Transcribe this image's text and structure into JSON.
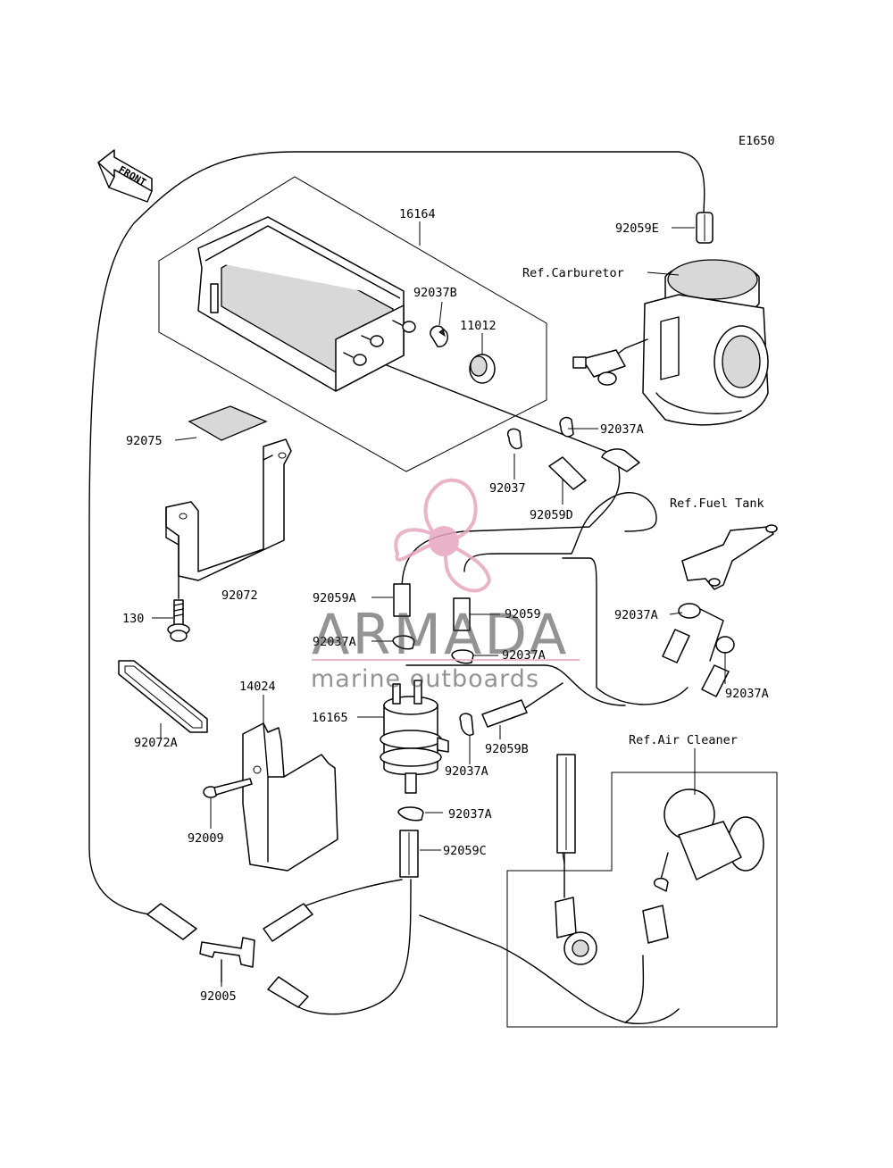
{
  "diagram_code": "E1650",
  "front_label": "FRONT",
  "labels": {
    "p16164": "16164",
    "p92059E": "92059E",
    "ref_carburetor": "Ref.Carburetor",
    "p92037B": "92037B",
    "p11012": "11012",
    "p92037A_top": "92037A",
    "p92075": "92075",
    "p92037": "92037",
    "p92059D": "92059D",
    "ref_fuel_tank": "Ref.Fuel Tank",
    "p92072": "92072",
    "p92059A": "92059A",
    "p92059": "92059",
    "p92037A_right": "92037A",
    "p130": "130",
    "p92037A_left": "92037A",
    "p92037A_mid": "92037A",
    "p92037A_far": "92037A",
    "p14024": "14024",
    "p16165": "16165",
    "p92059B": "92059B",
    "p92072A": "92072A",
    "p92037A_pump": "92037A",
    "ref_air_cleaner": "Ref.Air Cleaner",
    "p92037A_low": "92037A",
    "p92009": "92009",
    "p92059C": "92059C",
    "p92005": "92005"
  },
  "watermark": {
    "brand": "ARMADA",
    "tagline": "marine outboards",
    "logo_color": "#e8a6be",
    "text_color": "#3a3a3a"
  }
}
